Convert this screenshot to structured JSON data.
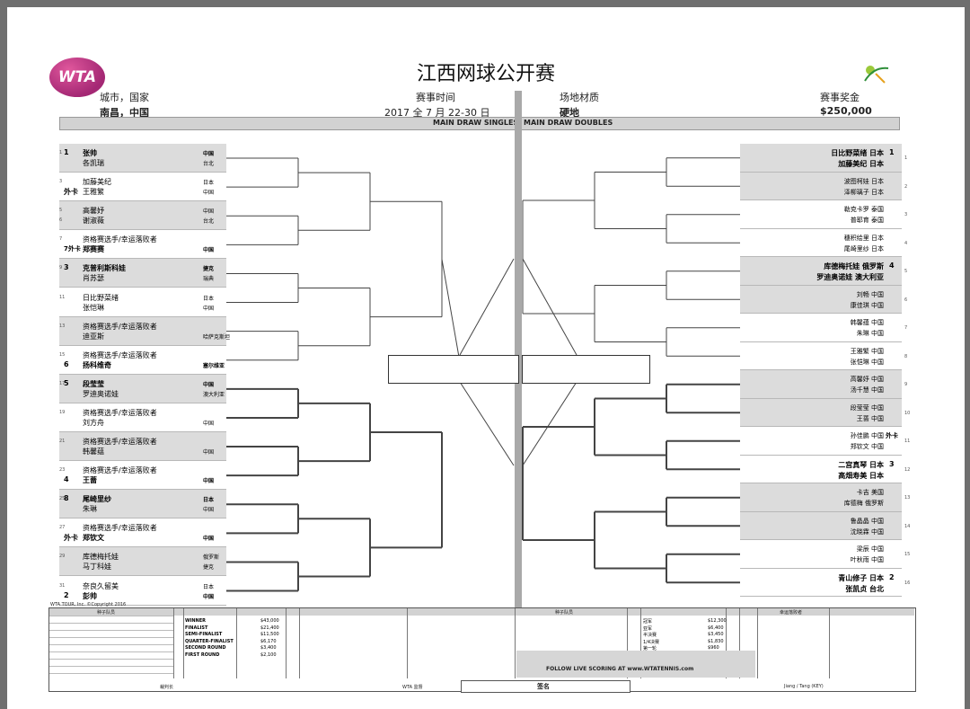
{
  "header": {
    "logo_text": "WTA",
    "title": "江西网球公开赛",
    "city_label": "城市，国家",
    "city_value": "南昌，中国",
    "date_label": "赛事时间",
    "date_value": "2017 全 7 月 22-30 日",
    "surface_label": "场地材质",
    "surface_value": "硬地",
    "prize_label": "赛事奖金",
    "prize_value": "$250,000",
    "singles_label": "MAIN DRAW SINGLES",
    "doubles_label": "MAIN DRAW DOUBLES"
  },
  "colors": {
    "accent": "#b02a78",
    "grey_band": "#dcdcdc",
    "line": "#333333"
  },
  "singles": [
    {
      "n": "1",
      "seed": "1",
      "name": "张帅",
      "country": "中国",
      "bold": true,
      "grey": true
    },
    {
      "n": "",
      "seed": "",
      "name": "各凯瑞",
      "country": "台北",
      "bold": false,
      "grey": true
    },
    {
      "n": "3",
      "seed": "",
      "name": "加藤美纪",
      "country": "日本",
      "bold": false,
      "grey": false
    },
    {
      "n": "",
      "seed": "外卡",
      "name": "王雅繁",
      "country": "中国",
      "bold": false,
      "grey": false
    },
    {
      "n": "5",
      "seed": "",
      "name": "高馨妤",
      "country": "中国",
      "bold": false,
      "grey": true
    },
    {
      "n": "6",
      "seed": "",
      "name": "谢淑薇",
      "country": "台北",
      "bold": false,
      "grey": true
    },
    {
      "n": "7",
      "seed": "",
      "name": "资格赛选手/幸运落败者",
      "country": "",
      "bold": false,
      "grey": false
    },
    {
      "n": "",
      "seed": "7外卡",
      "name": "郑赛赛",
      "country": "中国",
      "bold": true,
      "grey": false
    },
    {
      "n": "9",
      "seed": "3",
      "name": "克普利斯科娃",
      "country": "捷克",
      "bold": true,
      "grey": true
    },
    {
      "n": "",
      "seed": "",
      "name": "肖苏瑟",
      "country": "瑞典",
      "bold": false,
      "grey": true
    },
    {
      "n": "11",
      "seed": "",
      "name": "日比野菜绪",
      "country": "日本",
      "bold": false,
      "grey": false
    },
    {
      "n": "",
      "seed": "",
      "name": "张恺琳",
      "country": "中国",
      "bold": false,
      "grey": false
    },
    {
      "n": "13",
      "seed": "",
      "name": "资格赛选手/幸运落败者",
      "country": "",
      "bold": false,
      "grey": true
    },
    {
      "n": "",
      "seed": "",
      "name": "迪亚斯",
      "country": "哈萨克斯坦",
      "bold": false,
      "grey": true
    },
    {
      "n": "15",
      "seed": "",
      "name": "资格赛选手/幸运落败者",
      "country": "",
      "bold": false,
      "grey": false
    },
    {
      "n": "",
      "seed": "6",
      "name": "扬科维奇",
      "country": "塞尔维亚",
      "bold": true,
      "grey": false
    },
    {
      "n": "17",
      "seed": "5",
      "name": "段莹莹",
      "country": "中国",
      "bold": true,
      "grey": true
    },
    {
      "n": "",
      "seed": "",
      "name": "罗迪奥诺娃",
      "country": "澳大利亚",
      "bold": false,
      "grey": true
    },
    {
      "n": "19",
      "seed": "",
      "name": "资格赛选手/幸运落败者",
      "country": "",
      "bold": false,
      "grey": false
    },
    {
      "n": "",
      "seed": "",
      "name": "刘方舟",
      "country": "中国",
      "bold": false,
      "grey": false
    },
    {
      "n": "21",
      "seed": "",
      "name": "资格赛选手/幸运落败者",
      "country": "",
      "bold": false,
      "grey": true
    },
    {
      "n": "",
      "seed": "",
      "name": "韩馨蕴",
      "country": "中国",
      "bold": false,
      "grey": true
    },
    {
      "n": "23",
      "seed": "",
      "name": "资格赛选手/幸运落败者",
      "country": "",
      "bold": false,
      "grey": false
    },
    {
      "n": "",
      "seed": "4",
      "name": "王蔷",
      "country": "中国",
      "bold": true,
      "grey": false
    },
    {
      "n": "25",
      "seed": "8",
      "name": "尾崎里纱",
      "country": "日本",
      "bold": true,
      "grey": true
    },
    {
      "n": "",
      "seed": "",
      "name": "朱琳",
      "country": "中国",
      "bold": false,
      "grey": true
    },
    {
      "n": "27",
      "seed": "",
      "name": "资格赛选手/幸运落败者",
      "country": "",
      "bold": false,
      "grey": false
    },
    {
      "n": "",
      "seed": "外卡",
      "name": "郑钦文",
      "country": "中国",
      "bold": true,
      "grey": false
    },
    {
      "n": "29",
      "seed": "",
      "name": "库德梅托娃",
      "country": "俄罗斯",
      "bold": false,
      "grey": true
    },
    {
      "n": "",
      "seed": "",
      "name": "马丁科娃",
      "country": "捷克",
      "bold": false,
      "grey": true
    },
    {
      "n": "31",
      "seed": "",
      "name": "奈良久留美",
      "country": "日本",
      "bold": false,
      "grey": false
    },
    {
      "n": "",
      "seed": "2",
      "name": "彭帅",
      "country": "中国",
      "bold": true,
      "grey": false
    }
  ],
  "doubles": [
    {
      "seed": "1",
      "p1": "日比野菜绪 日本",
      "p2": "加藤美纪 日本",
      "bold": true,
      "grey": true
    },
    {
      "seed": "",
      "p1": "波图柯娃 日本",
      "p2": "泽柳璃子 日本",
      "bold": false,
      "grey": true
    },
    {
      "seed": "",
      "p1": "勒克卡罗 泰国",
      "p2": "普耶育 泰国",
      "bold": false,
      "grey": false
    },
    {
      "seed": "",
      "p1": "穗积绘里 日本",
      "p2": "尾崎里纱 日本",
      "bold": false,
      "grey": false
    },
    {
      "seed": "4",
      "p1": "库德梅托娃 俄罗斯",
      "p2": "罗迪奥诺娃 澳大利亚",
      "bold": true,
      "grey": true
    },
    {
      "seed": "",
      "p1": "刘畅 中国",
      "p2": "康佳琪 中国",
      "bold": false,
      "grey": true
    },
    {
      "seed": "",
      "p1": "韩馨蕴 中国",
      "p2": "朱琳 中国",
      "bold": false,
      "grey": false
    },
    {
      "seed": "",
      "p1": "王雅繁 中国",
      "p2": "张恺琳 中国",
      "bold": false,
      "grey": false
    },
    {
      "seed": "",
      "p1": "高馨妤 中国",
      "p2": "汤千慧 中国",
      "bold": false,
      "grey": true
    },
    {
      "seed": "",
      "p1": "段莹莹 中国",
      "p2": "王蔷 中国",
      "bold": false,
      "grey": true
    },
    {
      "seed": "外卡",
      "p1": "孙佳鹏 中国",
      "p2": "郑钦文 中国",
      "bold": false,
      "grey": false
    },
    {
      "seed": "3",
      "p1": "二宫真琴 日本",
      "p2": "高畑寿美 日本",
      "bold": true,
      "grey": false
    },
    {
      "seed": "",
      "p1": "卡吉 美国",
      "p2": "库德梅 俄罗斯",
      "bold": false,
      "grey": true
    },
    {
      "seed": "",
      "p1": "鲁晶晶 中国",
      "p2": "沈晓霖 中国",
      "bold": false,
      "grey": true
    },
    {
      "seed": "",
      "p1": "梁辰 中国",
      "p2": "叶秋雨 中国",
      "bold": false,
      "grey": false
    },
    {
      "seed": "2",
      "p1": "青山修子 日本",
      "p2": "张凯贞 台北",
      "bold": true,
      "grey": false
    }
  ],
  "footer": {
    "copyright": "WTA TOUR, Inc. ©Copyright 2016",
    "singles_rounds": [
      "WINNER",
      "FINALIST",
      "SEMI-FINALIST",
      "QUARTER-FINALIST",
      "SECOND ROUND",
      "FIRST ROUND"
    ],
    "singles_prize": [
      "$43,000",
      "$21,400",
      "$11,500",
      "$6,170",
      "$3,400",
      "$2,100"
    ],
    "doubles_rounds": [
      "冠军",
      "亚军",
      "半决赛",
      "1/4决赛",
      "第一轮"
    ],
    "doubles_prize": [
      "$12,300",
      "$6,400",
      "$3,450",
      "$1,830",
      "$960"
    ],
    "follow_text": "FOLLOW LIVE SCORING AT www.WTATENNIS.com",
    "seeds_header": "种子队员",
    "lucky_header": "幸运落败者",
    "referee_label": "裁判长",
    "supervisor_label": "WTA 监督",
    "signature_label": "签名",
    "umpire_label": "Jiang / Tang (KEY)"
  }
}
